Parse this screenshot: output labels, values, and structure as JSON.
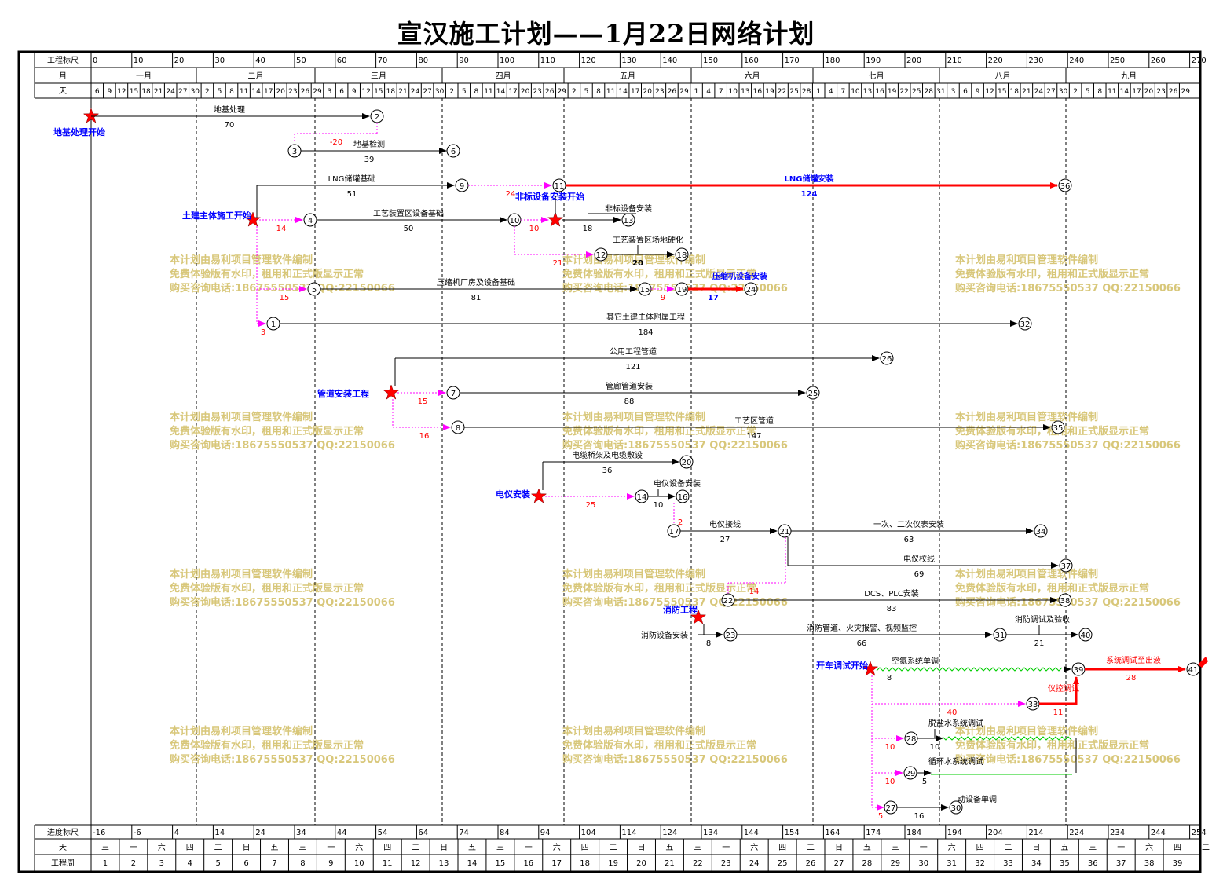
{
  "title": "宣汉施工计划——1月22日网络计划",
  "header": {
    "scale_label": "工程标尺",
    "month_label": "月",
    "day_label": "天",
    "scale_ticks": [
      "0",
      "10",
      "20",
      "30",
      "40",
      "50",
      "60",
      "70",
      "80",
      "90",
      "100",
      "110",
      "120",
      "130",
      "140",
      "150",
      "160",
      "170",
      "180",
      "190",
      "200",
      "210",
      "220",
      "230",
      "240",
      "250",
      "260",
      "270"
    ],
    "months": [
      "一月",
      "二月",
      "三月",
      "四月",
      "五月",
      "六月",
      "七月",
      "八月",
      "九月"
    ],
    "days": [
      "6",
      "9",
      "12",
      "15",
      "18",
      "21",
      "24",
      "27",
      "30",
      "2",
      "5",
      "8",
      "11",
      "14",
      "17",
      "20",
      "23",
      "26",
      "29",
      "3",
      "6",
      "9",
      "12",
      "15",
      "18",
      "21",
      "24",
      "27",
      "30",
      "2",
      "5",
      "8",
      "11",
      "14",
      "17",
      "20",
      "23",
      "26",
      "29",
      "2",
      "5",
      "8",
      "11",
      "14",
      "17",
      "20",
      "23",
      "26",
      "29",
      "1",
      "4",
      "7",
      "10",
      "13",
      "16",
      "19",
      "22",
      "25",
      "28",
      "1",
      "4",
      "7",
      "10",
      "13",
      "16",
      "19",
      "22",
      "25",
      "28",
      "31",
      "3",
      "6",
      "9",
      "12",
      "15",
      "18",
      "21",
      "24",
      "27",
      "30",
      "2",
      "5",
      "8",
      "11",
      "14",
      "17",
      "20",
      "23",
      "26",
      "29"
    ]
  },
  "footer": {
    "progress_label": "进度标尺",
    "weekday_label": "天",
    "week_label": "工程周",
    "progress_ticks": [
      "-16",
      "-6",
      "4",
      "14",
      "24",
      "34",
      "44",
      "54",
      "64",
      "74",
      "84",
      "94",
      "104",
      "114",
      "124",
      "134",
      "144",
      "154",
      "164",
      "174",
      "184",
      "194",
      "204",
      "214",
      "224",
      "234",
      "244",
      "254"
    ],
    "weekdays": [
      "三",
      "一",
      "六",
      "四",
      "二",
      "日",
      "五",
      "三",
      "一",
      "六",
      "四",
      "二",
      "日",
      "五",
      "三",
      "一",
      "六",
      "四",
      "二",
      "日",
      "五",
      "三",
      "一",
      "六",
      "四",
      "二",
      "日",
      "五",
      "三",
      "一",
      "六",
      "四",
      "二",
      "日",
      "五",
      "三",
      "一",
      "六",
      "四",
      "二"
    ],
    "weeks": [
      "1",
      "2",
      "3",
      "4",
      "5",
      "6",
      "7",
      "8",
      "9",
      "10",
      "11",
      "12",
      "13",
      "14",
      "15",
      "16",
      "17",
      "18",
      "19",
      "20",
      "21",
      "22",
      "23",
      "24",
      "25",
      "26",
      "27",
      "28",
      "29",
      "30",
      "31",
      "32",
      "33",
      "34",
      "35",
      "36",
      "37",
      "38",
      "39"
    ]
  },
  "watermark": {
    "line1": "本计划由易利项目管理软件编制",
    "line2": "免费体验版有水印，租用和正式版显示正常",
    "line3": "购买咨询电话:18675550537 QQ:22150066"
  },
  "milestones": [
    {
      "label": "地基处理开始"
    },
    {
      "label": "土建主体施工开始"
    },
    {
      "label": "非标设备安装开始"
    },
    {
      "label": "管道安装工程"
    },
    {
      "label": "电仪安装"
    },
    {
      "label": "消防工程"
    },
    {
      "label": "开车调试开始"
    }
  ],
  "activities": [
    {
      "name": "地基处理",
      "duration": "70"
    },
    {
      "name": "地基检测",
      "duration": "39"
    },
    {
      "name": "LNG储罐基础",
      "duration": "51"
    },
    {
      "name": "LNG储罐安装",
      "duration": "124"
    },
    {
      "name": "工艺装置区设备基础",
      "duration": "50"
    },
    {
      "name": "非标设备安装",
      "duration": "18"
    },
    {
      "name": "工艺装置区场地硬化",
      "duration": "20"
    },
    {
      "name": "压缩机厂房及设备基础",
      "duration": "81"
    },
    {
      "name": "压缩机设备安装",
      "duration": "17"
    },
    {
      "name": "其它土建主体附属工程",
      "duration": "184"
    },
    {
      "name": "公用工程管道",
      "duration": "121"
    },
    {
      "name": "管廊管道安装",
      "duration": "88"
    },
    {
      "name": "工艺区管道",
      "duration": "147"
    },
    {
      "name": "电缆桥架及电缆敷设",
      "duration": "36"
    },
    {
      "name": "电仪设备安装",
      "duration": "10"
    },
    {
      "name": "电仪接线",
      "duration": "27"
    },
    {
      "name": "一次、二次仪表安装",
      "duration": "63"
    },
    {
      "name": "电仪校线",
      "duration": "69"
    },
    {
      "name": "DCS、PLC安装",
      "duration": "83"
    },
    {
      "name": "消防设备安装",
      "duration": "8"
    },
    {
      "name": "消防管道、火灾报警、视频监控",
      "duration": "66"
    },
    {
      "name": "消防调试及验收",
      "duration": "21"
    },
    {
      "name": "空氮系统单调",
      "duration": "8"
    },
    {
      "name": "系统调试至出液",
      "duration": "28"
    },
    {
      "name": "仪控调试",
      "duration": "11"
    },
    {
      "name": "脱盐水系统调试",
      "duration": "10"
    },
    {
      "name": "循环水系统调试",
      "duration": "5"
    },
    {
      "name": "动设备单调",
      "duration": "16"
    }
  ],
  "lags": [
    "-20",
    "24",
    "14",
    "10",
    "21",
    "15",
    "9",
    "3",
    "15",
    "16",
    "25",
    "2",
    "14",
    "40",
    "10",
    "10",
    "5"
  ],
  "colors": {
    "critical": "#ff0000",
    "dummy": "#ff00ff",
    "normal": "#000000",
    "free_float": "#00cc00",
    "milestone_label": "#0000ff",
    "watermark": "#d8c77a"
  }
}
